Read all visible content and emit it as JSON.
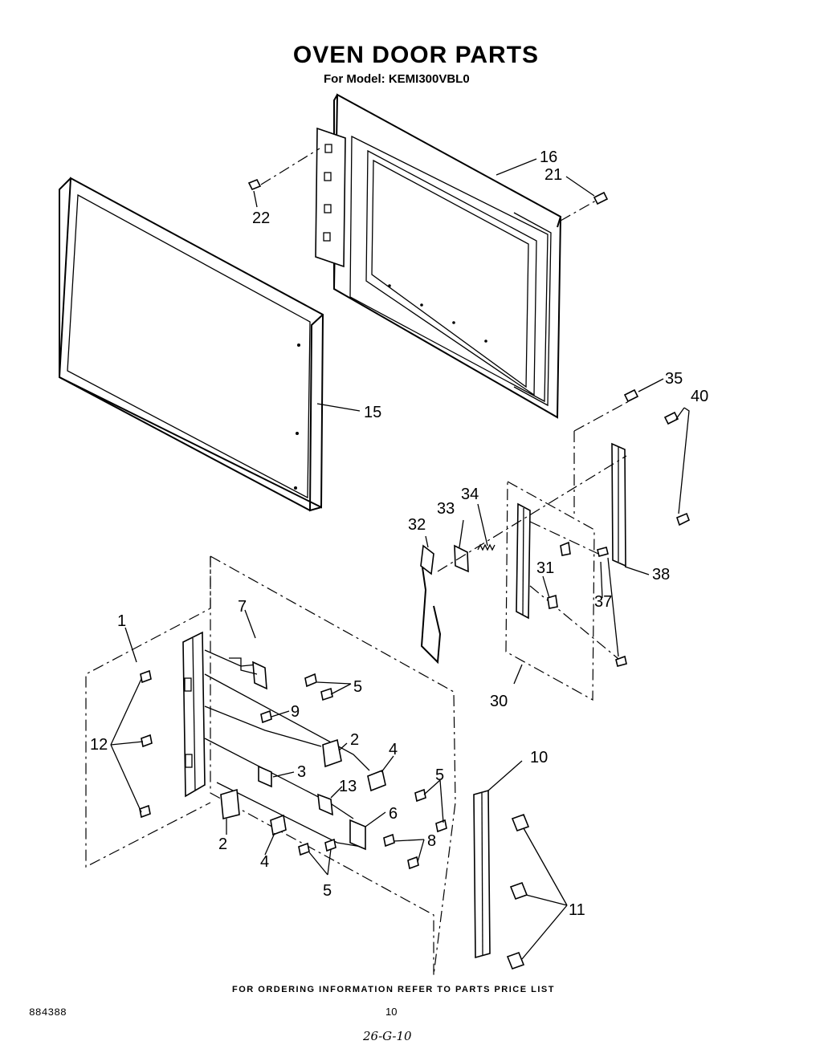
{
  "header": {
    "title": "OVEN DOOR PARTS",
    "subtitle": "For Model: KEMI300VBL0"
  },
  "footer": {
    "note": "FOR ORDERING INFORMATION REFER TO PARTS PRICE LIST",
    "doc_number": "884388",
    "page_number": "10",
    "handwritten": "26-G-10"
  },
  "part_labels": [
    "1",
    "2",
    "2",
    "3",
    "4",
    "4",
    "5",
    "5",
    "5",
    "6",
    "7",
    "8",
    "9",
    "10",
    "11",
    "12",
    "13",
    "15",
    "16",
    "21",
    "22",
    "30",
    "31",
    "32",
    "33",
    "34",
    "35",
    "37",
    "38",
    "40"
  ]
}
